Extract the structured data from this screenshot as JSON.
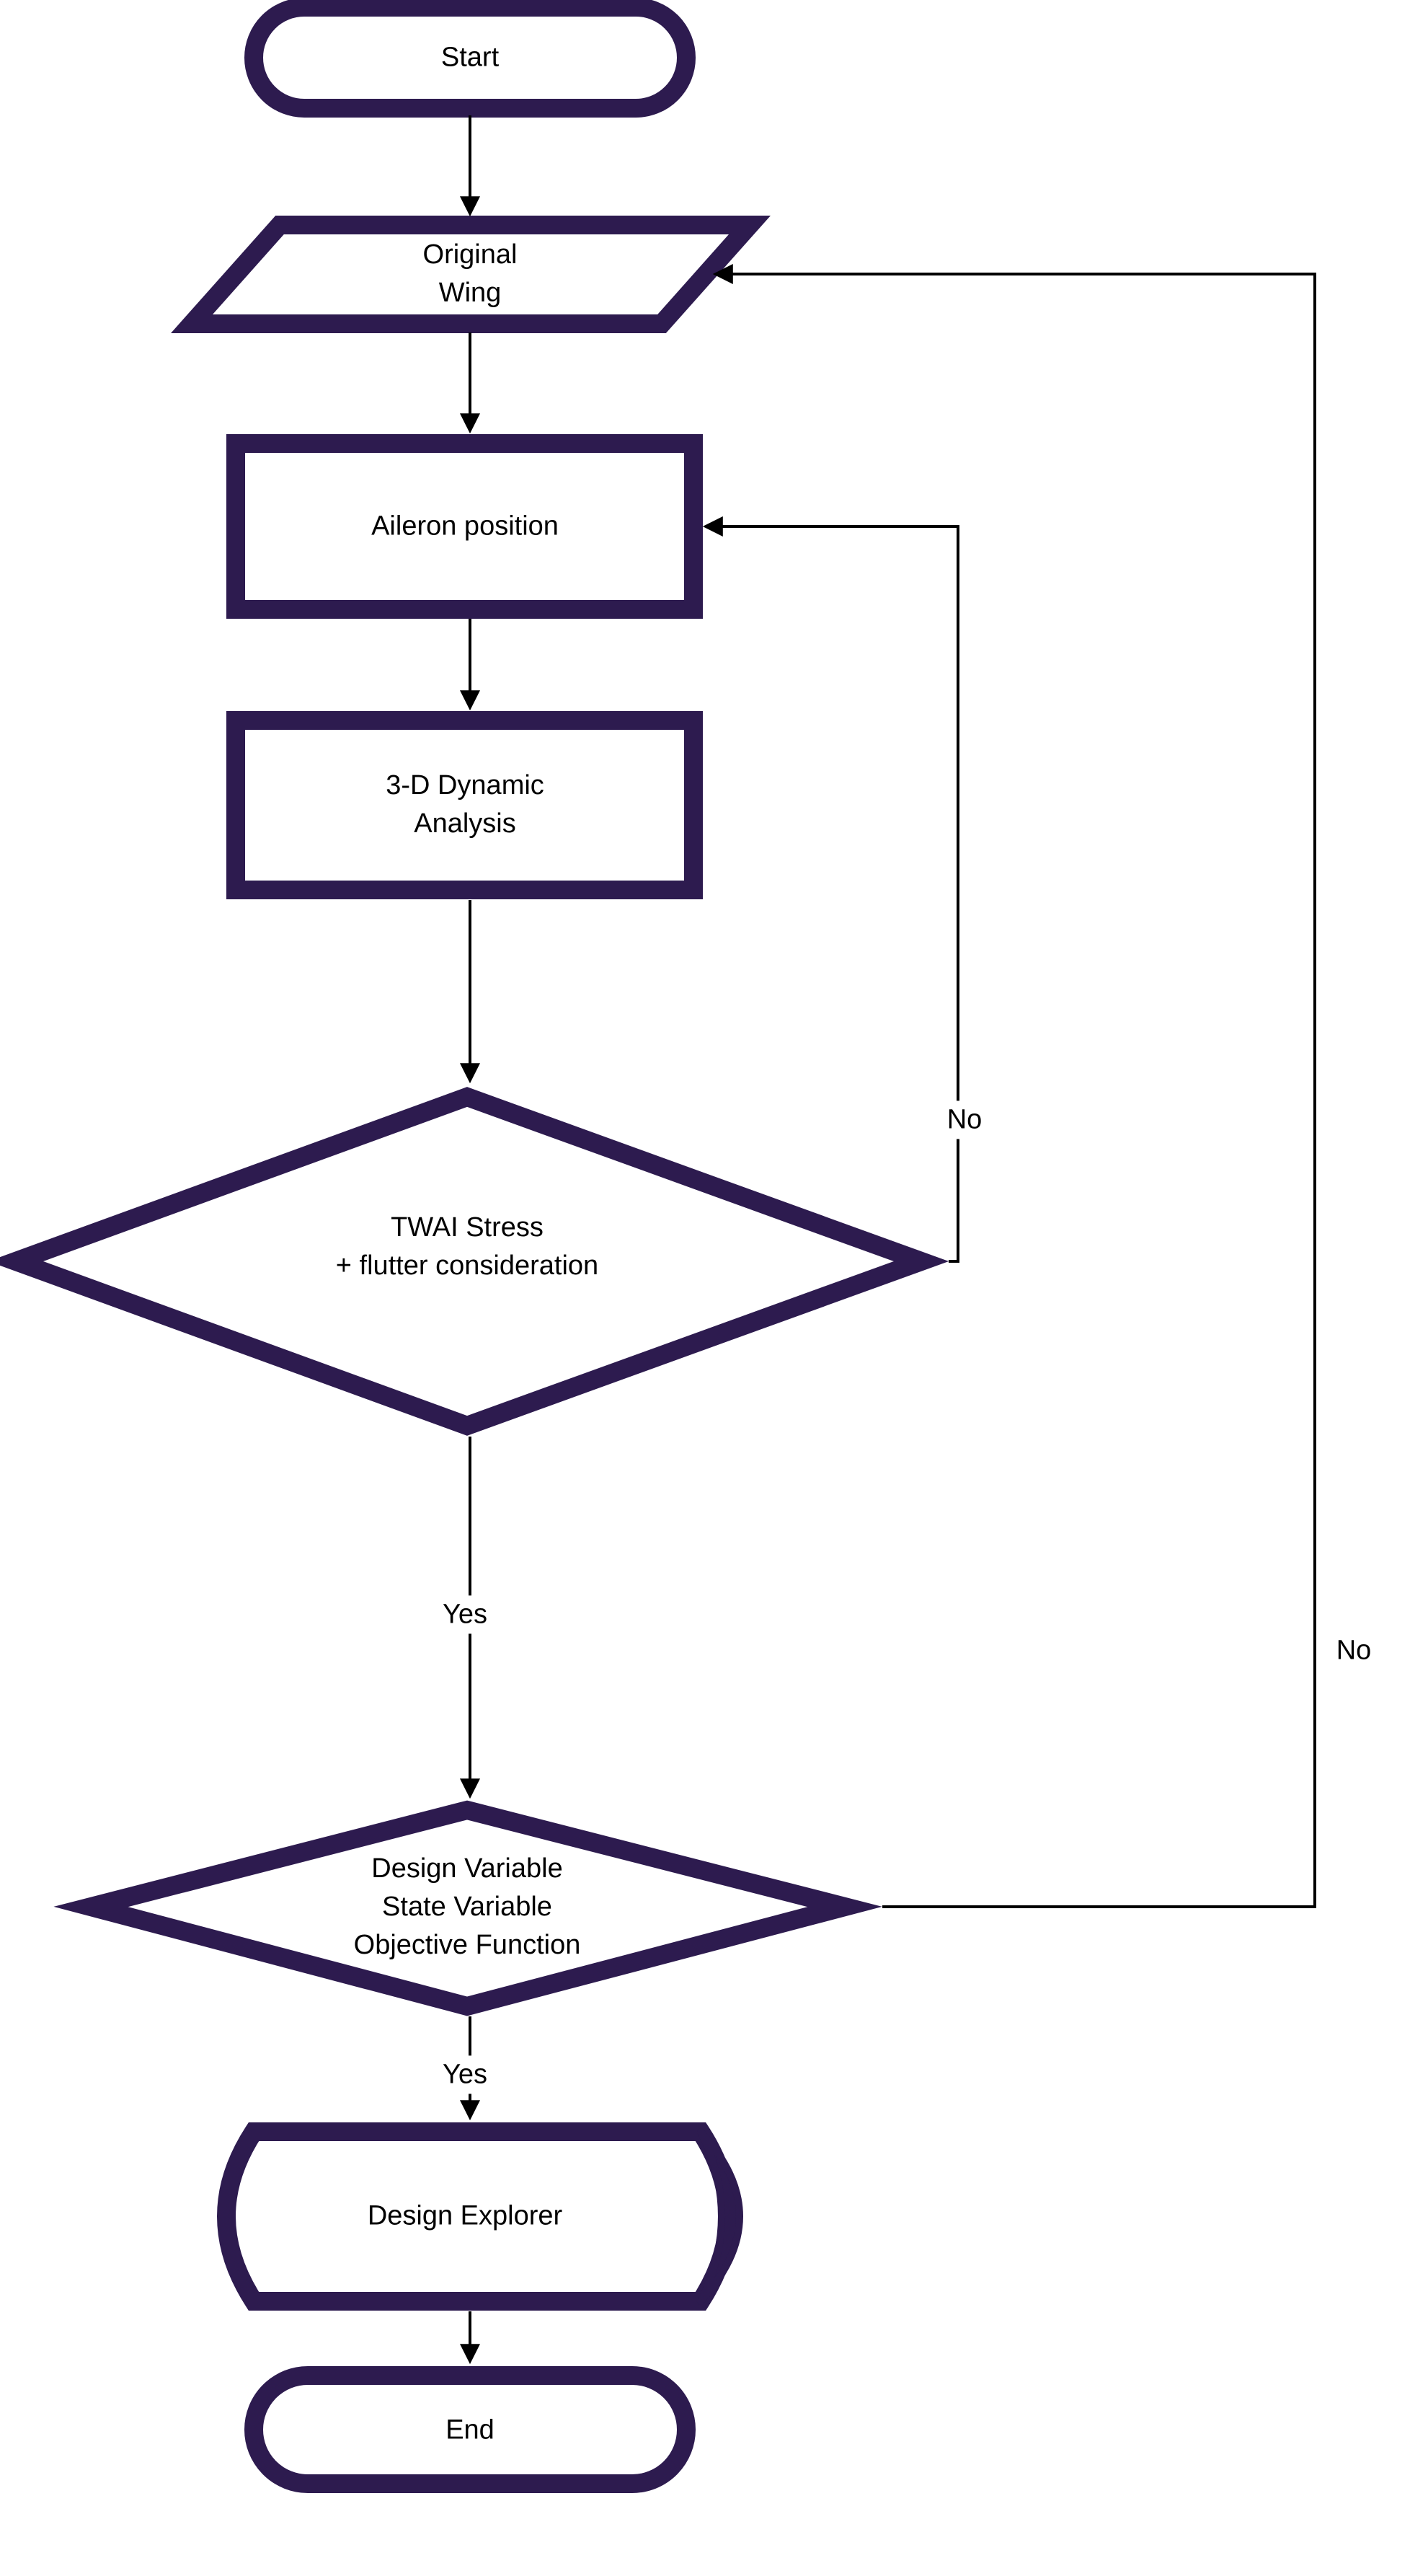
{
  "colors": {
    "node_border": "#2d1b4f",
    "node_fill": "#ffffff",
    "connector": "#000000",
    "label_text": "#000000",
    "canvas_bg": "#ffffff"
  },
  "nodes": {
    "start": {
      "type": "terminator",
      "label": "Start"
    },
    "original_wing": {
      "type": "input-output",
      "label": "Original\nWing"
    },
    "aileron_position": {
      "type": "process",
      "label": "Aileron position"
    },
    "dynamic_analysis": {
      "type": "process",
      "label": "3-D Dynamic\nAnalysis"
    },
    "stress_decision": {
      "type": "decision",
      "label": "TWAI Stress\n+ flutter consideration"
    },
    "variables_decision": {
      "type": "decision",
      "label": "Design Variable\nState Variable\nObjective Function"
    },
    "design_explorer": {
      "type": "display",
      "label": "Design Explorer"
    },
    "end": {
      "type": "terminator",
      "label": "End"
    }
  },
  "edges": {
    "stress_yes": "Yes",
    "stress_no": "No",
    "variables_yes": "Yes",
    "variables_no": "No"
  }
}
